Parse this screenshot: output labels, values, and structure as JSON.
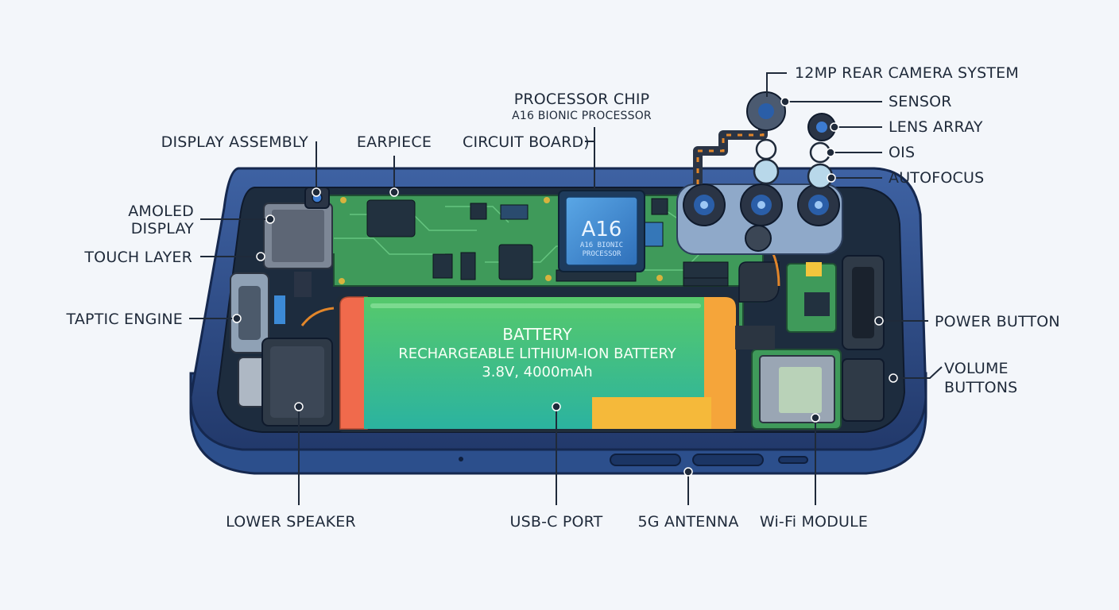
{
  "title": "",
  "labels": {
    "rear_camera_system": "12MP REAR CAMERA SYSTEM",
    "sensor": "SENSOR",
    "lens_array": "LENS ARRAY",
    "ois": "OIS",
    "autofocus": "AUTOFOCUS",
    "processor_chip": "PROCESSOR CHIP",
    "processor_sub": "A16 BIONIC PROCESSOR",
    "circuit_board": "CIRCUIT BOARD)",
    "earpiece": "EARPIECE",
    "display_assembly": "DISPLAY ASSEMBLY",
    "amoled_line1": "AMOLED",
    "amoled_line2": "DISPLAY",
    "touch_layer": "TOUCH LAYER",
    "taptic_engine": "TAPTIC ENGINE",
    "power_button": "POWER BUTTON",
    "volume_line1": "VOLUME",
    "volume_line2": "BUTTONS",
    "lower_speaker": "LOWER SPEAKER",
    "usb_c_port": "USB-C PORT",
    "antenna_5g": "5G ANTENNA",
    "wifi_module": "Wi-Fi MODULE"
  },
  "chip": {
    "name": "A16",
    "sub_line1": "A16 BIONIC",
    "sub_line2": "PROCESSOR"
  },
  "battery": {
    "title": "BATTERY",
    "subtitle": "RECHARGEABLE LITHIUM-ION BATTERY",
    "spec": "3.8V, 4000mAh"
  },
  "colors": {
    "frame": "#2f4d86",
    "board": "#3f9a5a",
    "battery_green": "#4cc26b",
    "battery_red": "#f06a4c",
    "battery_yellow": "#f5b93a",
    "chip": "#3f7fc7"
  }
}
